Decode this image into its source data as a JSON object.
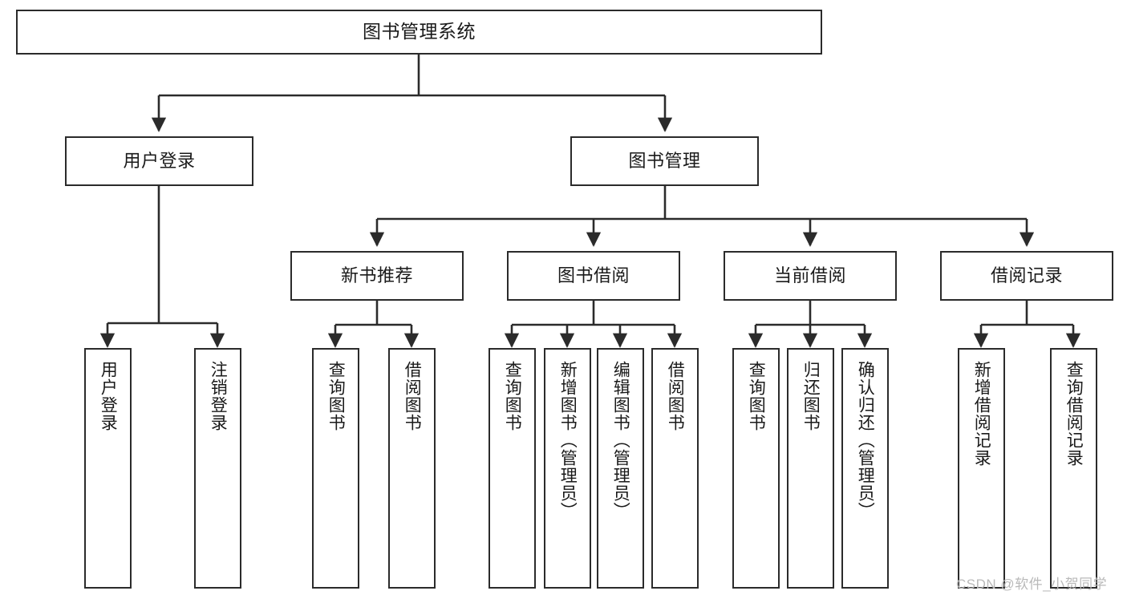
{
  "diagram": {
    "type": "tree-hierarchy-diagram",
    "title": "图书管理系统",
    "colors": {
      "box_border": "#2b2b2b",
      "box_fill": "#ffffff",
      "edge": "#2b2b2b",
      "text": "#1a1a1a",
      "watermark": "#b9b9b9",
      "background": "#ffffff"
    },
    "root": {
      "label": "图书管理系统"
    },
    "level1": [
      {
        "label": "用户登录"
      },
      {
        "label": "图书管理"
      }
    ],
    "level2": [
      {
        "label": "新书推荐"
      },
      {
        "label": "图书借阅"
      },
      {
        "label": "当前借阅"
      },
      {
        "label": "借阅记录"
      }
    ],
    "leaves": {
      "user_login": [
        {
          "label": "用户登录"
        },
        {
          "label": "注销登录"
        }
      ],
      "new_book_recommend": [
        {
          "label": "查询图书"
        },
        {
          "label": "借阅图书"
        }
      ],
      "book_borrow": [
        {
          "label": "查询图书"
        },
        {
          "label": "新增图书（管理员）"
        },
        {
          "label": "编辑图书（管理员）"
        },
        {
          "label": "借阅图书"
        }
      ],
      "current_borrow": [
        {
          "label": "查询图书"
        },
        {
          "label": "归还图书"
        },
        {
          "label": "确认归还（管理员）"
        }
      ],
      "borrow_record": [
        {
          "label": "新增借阅记录"
        },
        {
          "label": "查询借阅记录"
        }
      ]
    },
    "watermark": "CSDN @软件_小贺同学"
  }
}
